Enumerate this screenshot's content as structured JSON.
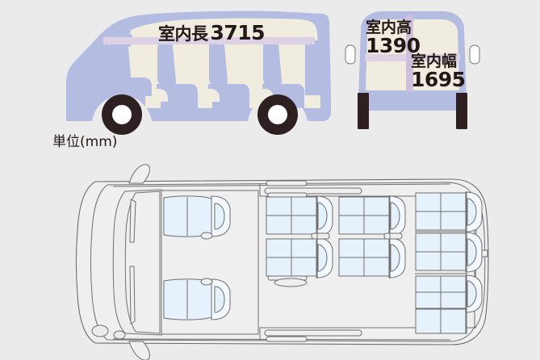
{
  "page": {
    "title": "車両室内寸法図",
    "background_color": "#ebebeb"
  },
  "colors": {
    "background": "#ebebeb",
    "body_blue": "#b4bce2",
    "body_blue_dark": "#a7b0dc",
    "interior_cream": "#f0ece0",
    "measure_bar_lavender": "#ddd1e6",
    "tire_dark": "#2e2020",
    "text_dark": "#231815",
    "outline_gray": "#6e6e6e",
    "glass_blue": "#e6f2fb"
  },
  "side_view": {
    "name": "side-view",
    "measurement": {
      "kanji": "室内長",
      "value": "3715",
      "full": "室内長3715"
    },
    "seat_rows": 4
  },
  "rear_view": {
    "name": "rear-view",
    "height_measurement": {
      "kanji": "室内高",
      "value": "1390"
    },
    "width_measurement": {
      "kanji": "室内幅",
      "value": "1695"
    }
  },
  "units_note": "単位(mm)",
  "top_view": {
    "name": "top-down-floor-plan",
    "seat_groups": [
      {
        "label": "front-row-seats",
        "count": 2
      },
      {
        "label": "second-row-captain-seats",
        "count": 2
      },
      {
        "label": "third-row-captain-seats",
        "count": 2
      },
      {
        "label": "fourth-row-bench",
        "count": 2
      },
      {
        "label": "fifth-row-bench",
        "count": 2
      }
    ]
  }
}
